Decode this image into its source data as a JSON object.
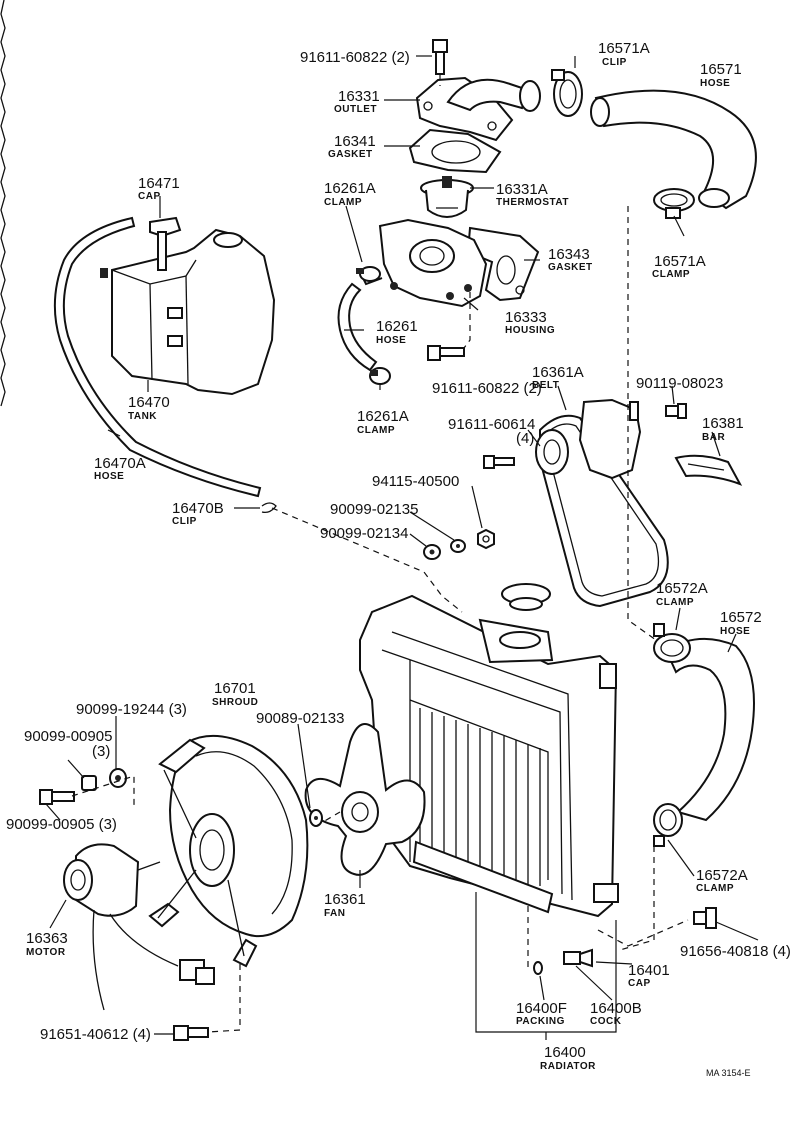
{
  "figure_ref": "MA 3154-E",
  "labels": {
    "bolt_outlet": {
      "num": "91611-60822 (2)"
    },
    "clip_top": {
      "num": "16571A",
      "name": "CLIP"
    },
    "hose_upper": {
      "num": "16571",
      "name": "HOSE"
    },
    "outlet": {
      "num": "16331",
      "name": "OUTLET"
    },
    "gasket_outlet": {
      "num": "16341",
      "name": "GASKET"
    },
    "clamp_16261a_top": {
      "num": "16261A",
      "name": "CLAMP"
    },
    "thermostat": {
      "num": "16331A",
      "name": "THERMOSTAT"
    },
    "cap_tank": {
      "num": "16471",
      "name": "CAP"
    },
    "gasket_housing": {
      "num": "16343",
      "name": "GASKET"
    },
    "clamp_upper_hose": {
      "num": "16571A",
      "name": "CLAMP"
    },
    "housing": {
      "num": "16333",
      "name": "HOUSING"
    },
    "hose_bypass": {
      "num": "16261",
      "name": "HOSE"
    },
    "bolt_housing": {
      "num": "91611-60822 (2)"
    },
    "tank": {
      "num": "16470",
      "name": "TANK"
    },
    "clamp_16261a_bottom": {
      "num": "16261A",
      "name": "CLAMP"
    },
    "belt": {
      "num": "16361A",
      "name": "BELT"
    },
    "bolt_90119": {
      "num": "90119-08023"
    },
    "bar": {
      "num": "16381",
      "name": "BAR"
    },
    "bolt_91611_60614_a": {
      "num": "91611-60614"
    },
    "bolt_91611_60614_b": {
      "num": "(4)"
    },
    "hose_tank": {
      "num": "16470A",
      "name": "HOSE"
    },
    "nut_94115": {
      "num": "94115-40500"
    },
    "clip_tank_hose": {
      "num": "16470B",
      "name": "CLIP"
    },
    "washer_90099_02135": {
      "num": "90099-02135"
    },
    "washer_90099_02134": {
      "num": "90099-02134"
    },
    "clamp_lower_top": {
      "num": "16572A",
      "name": "CLAMP"
    },
    "hose_lower": {
      "num": "16572",
      "name": "HOSE"
    },
    "shroud": {
      "num": "16701",
      "name": "SHROUD"
    },
    "washer_19244": {
      "num": "90099-19244 (3)"
    },
    "spacer_00905_a": {
      "num": "90099-00905"
    },
    "spacer_00905_b": {
      "num": "(3)"
    },
    "washer_02133": {
      "num": "90089-02133"
    },
    "bolt_00905": {
      "num": "90099-00905 (3)"
    },
    "fan": {
      "num": "16361",
      "name": "FAN"
    },
    "clamp_lower_bottom": {
      "num": "16572A",
      "name": "CLAMP"
    },
    "motor": {
      "num": "16363",
      "name": "MOTOR"
    },
    "bolt_91656": {
      "num": "91656-40818 (4)"
    },
    "radiator_cap": {
      "num": "16401",
      "name": "CAP"
    },
    "packing": {
      "num": "16400F",
      "name": "PACKING"
    },
    "drain_cock": {
      "num": "16400B",
      "name": "COCK"
    },
    "bolt_91651": {
      "num": "91651-40612 (4)"
    },
    "radiator": {
      "num": "16400",
      "name": "RADIATOR"
    }
  }
}
